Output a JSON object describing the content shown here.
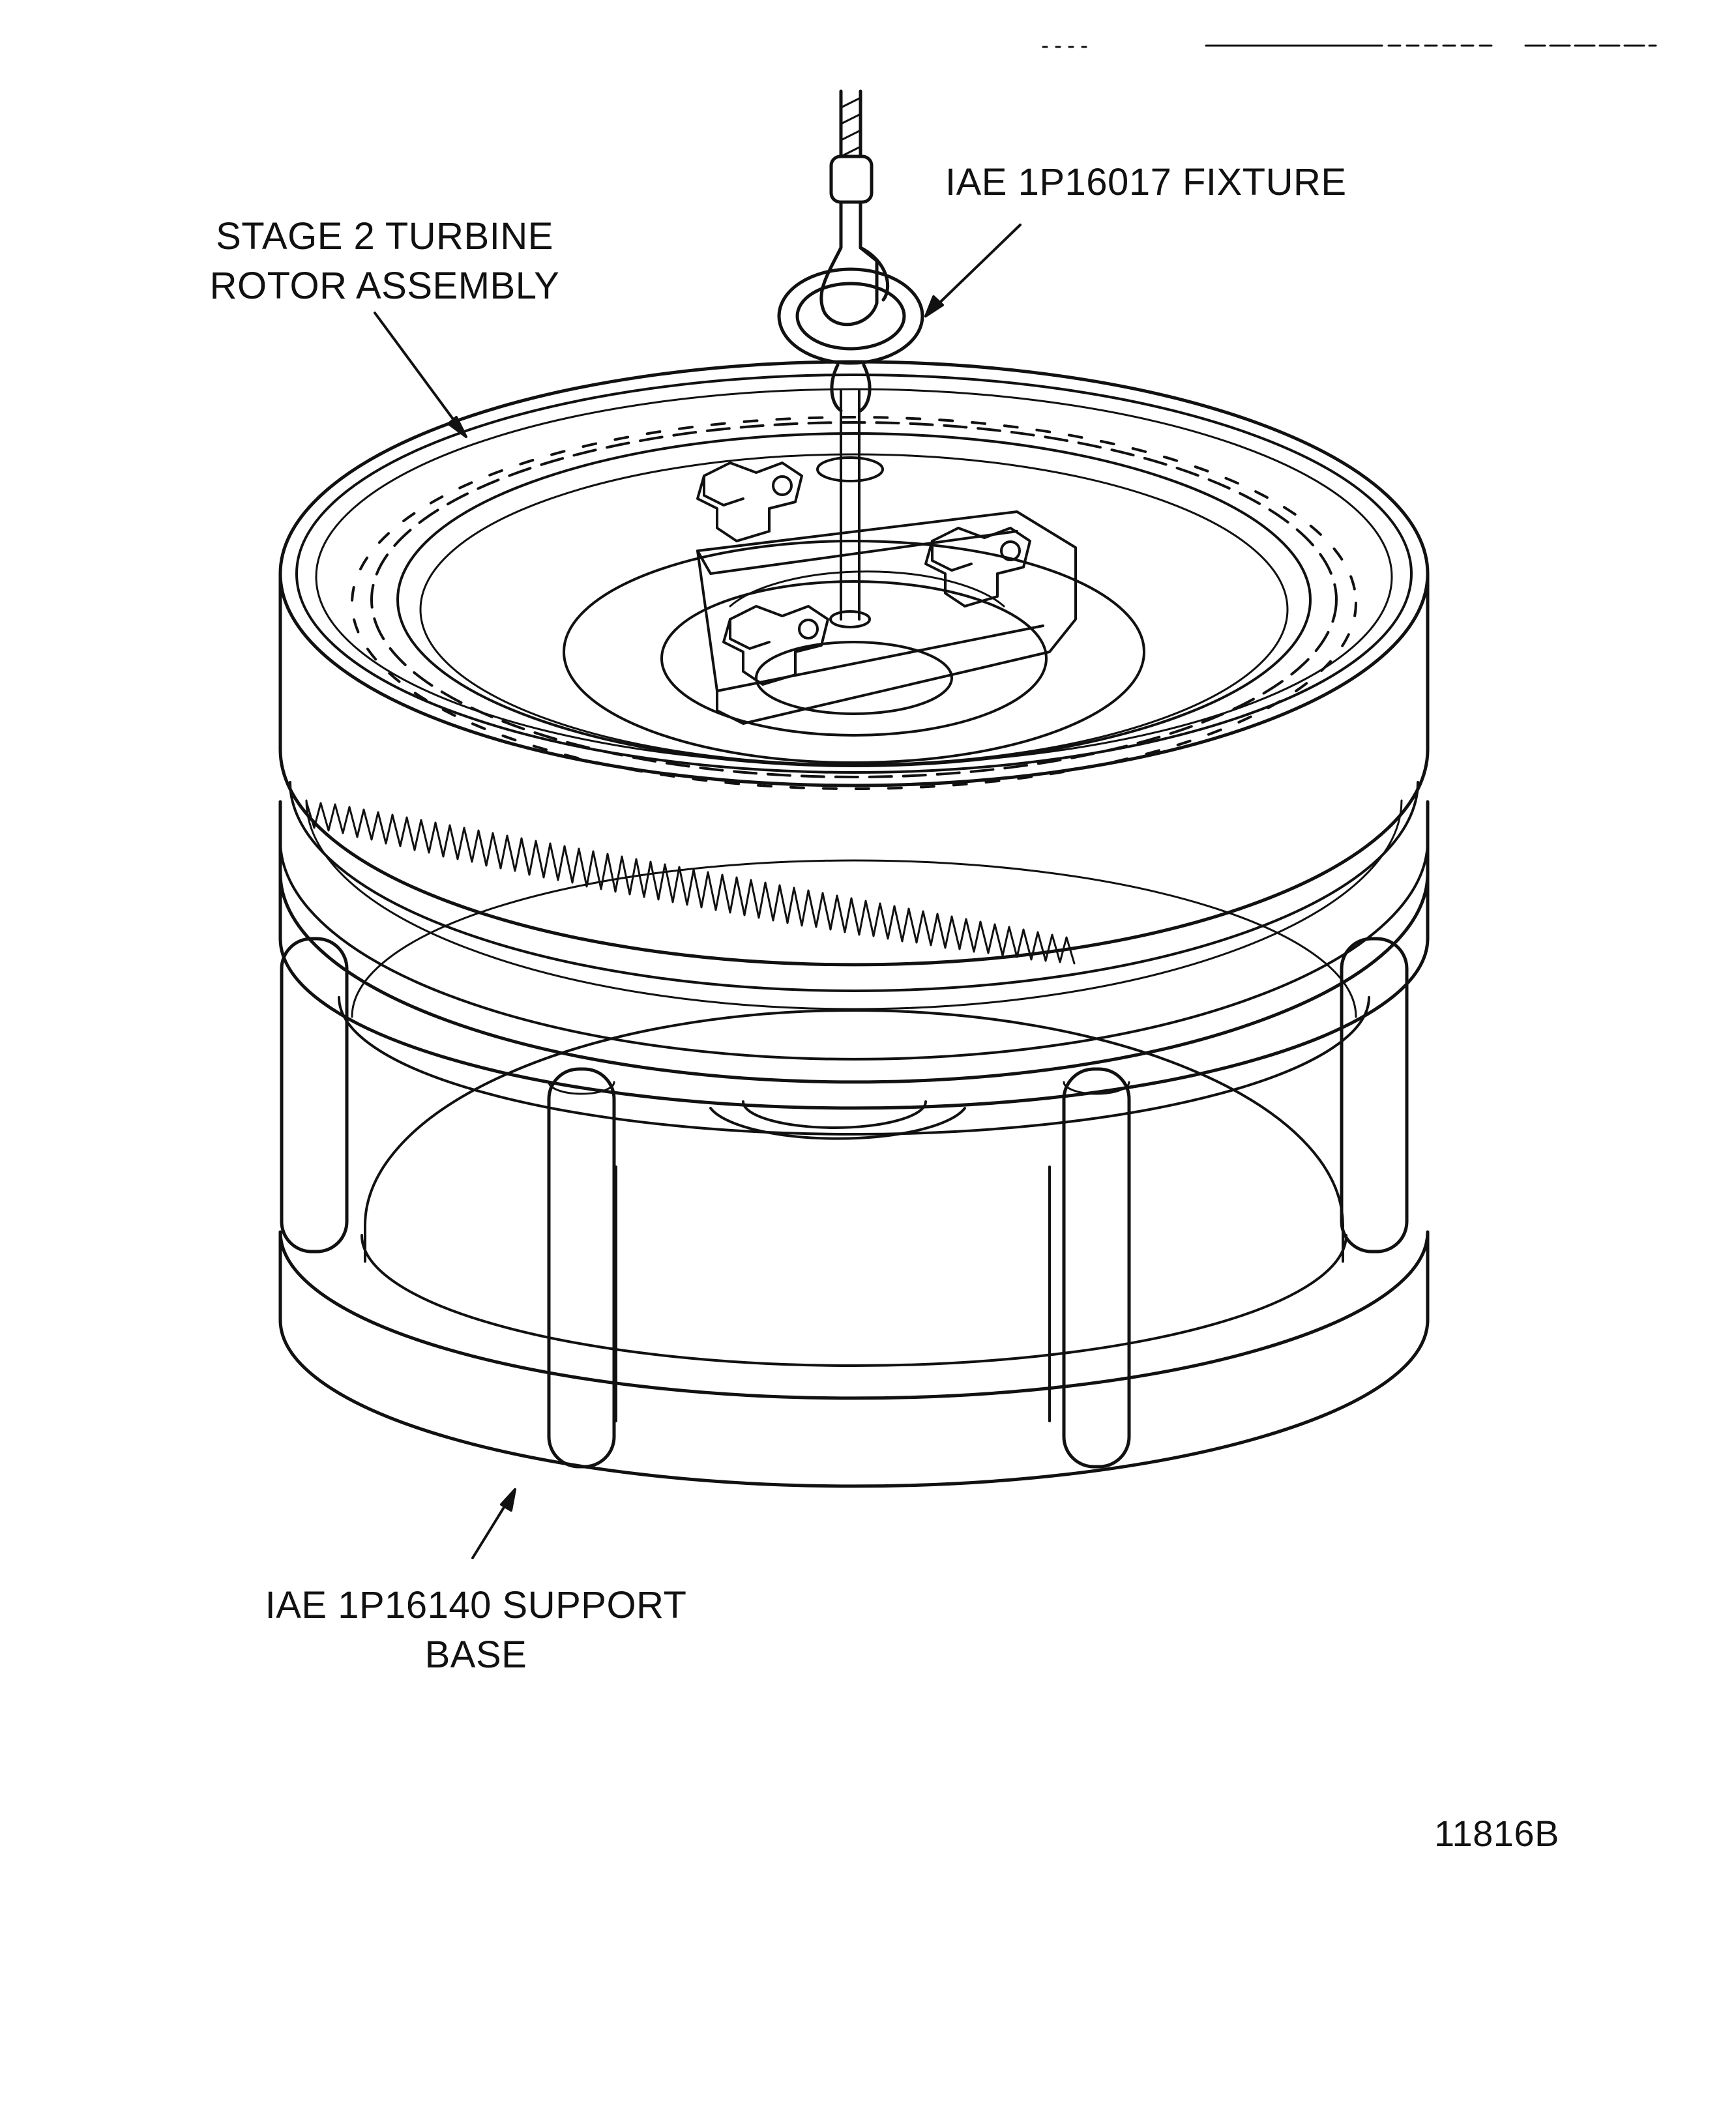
{
  "labels": {
    "rotor_line1": "STAGE 2 TURBINE",
    "rotor_line2": "ROTOR ASSEMBLY",
    "fixture": "IAE 1P16017 FIXTURE",
    "base_line1": "IAE 1P16140 SUPPORT",
    "base_line2": "BASE"
  },
  "figure_number": "11816B",
  "colors": {
    "ink": "#111111",
    "paper": "#ffffff"
  }
}
